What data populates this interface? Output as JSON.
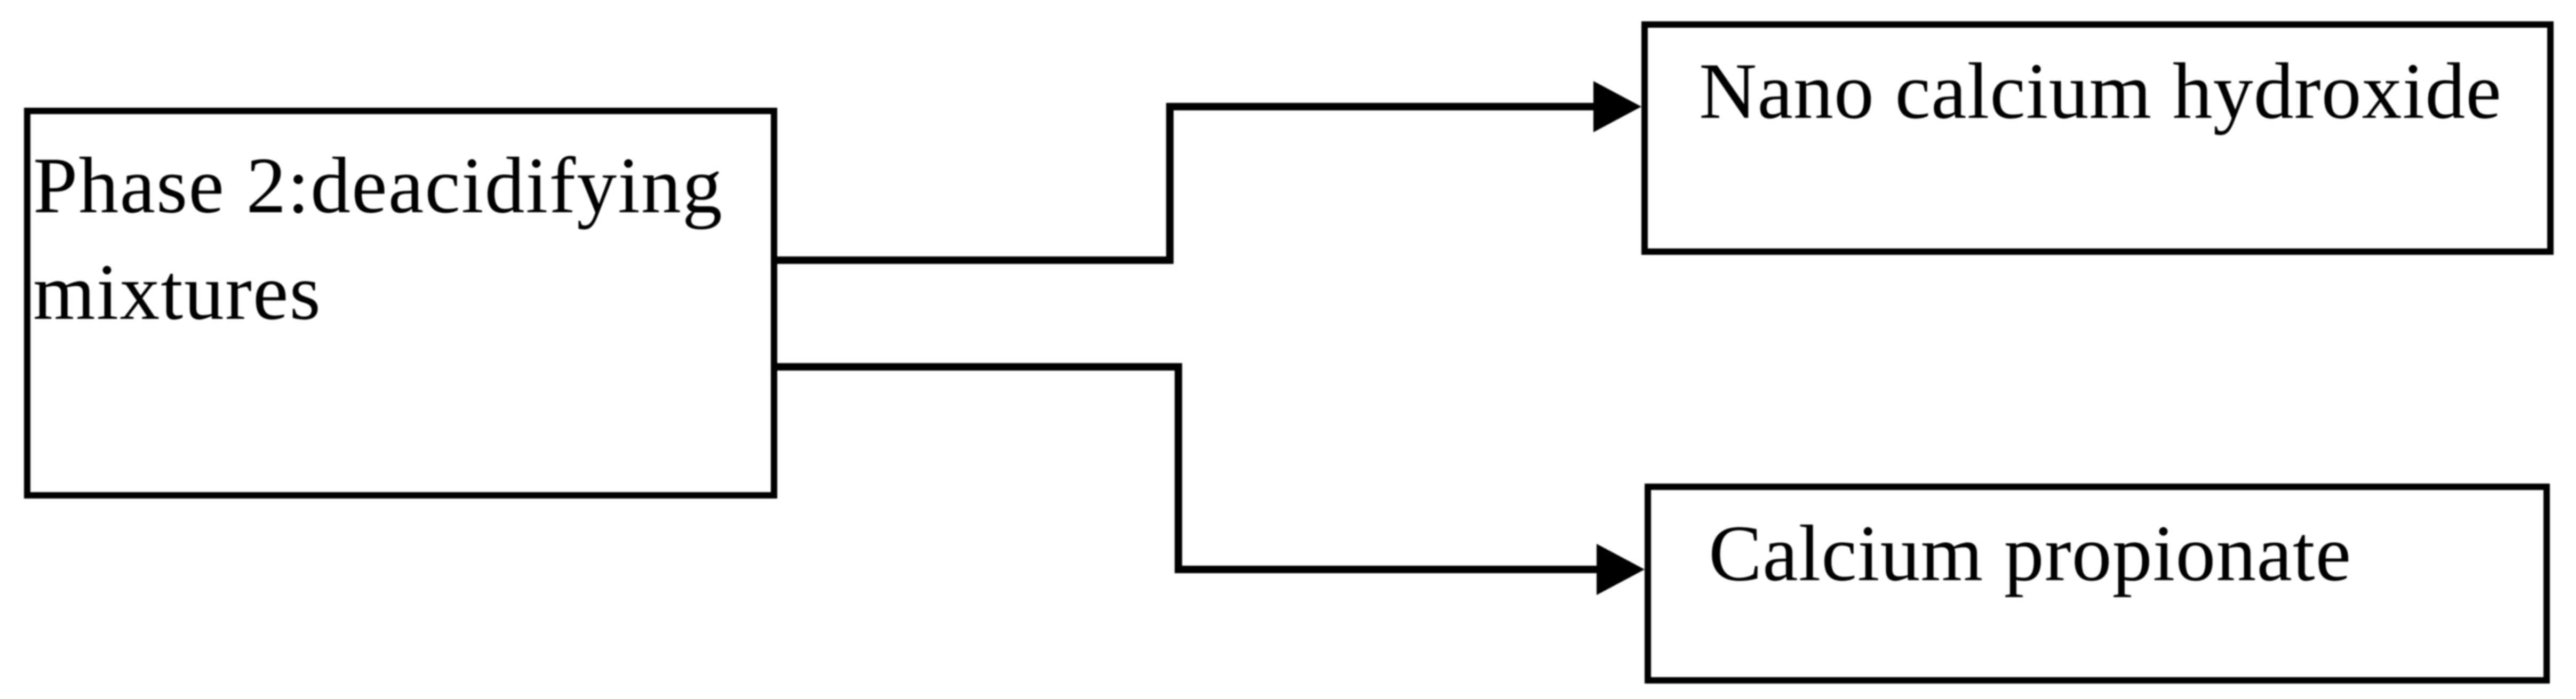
{
  "diagram": {
    "type": "flowchart",
    "background_color": "#ffffff",
    "line_color": "#000000",
    "text_color": "#000000",
    "nodes": [
      {
        "id": "phase-2-deacidifying-mixtures",
        "lines": [
          "Phase 2:deacidifying",
          "mixtures"
        ]
      },
      {
        "id": "nano-calcium-hydroxide",
        "label": "Nano calcium hydroxide"
      },
      {
        "id": "calcium-propionate",
        "label": "Calcium propionate"
      }
    ],
    "edges": [
      {
        "from": "phase-2-deacidifying-mixtures",
        "to": "nano-calcium-hydroxide",
        "arrow": "filled-triangle"
      },
      {
        "from": "phase-2-deacidifying-mixtures",
        "to": "calcium-propionate",
        "arrow": "filled-triangle"
      }
    ]
  }
}
